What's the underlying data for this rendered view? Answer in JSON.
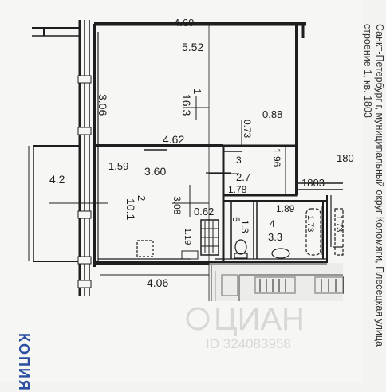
{
  "document": {
    "address_line1": "Санкт-Петербург г, муниципальный округ Коломяги, Плесецкая улица",
    "address_line2": "строение 1, кв. 1803",
    "stamp": "КОПИЯ",
    "watermark": "ЦИАН",
    "watermark_id": "ID 324083958"
  },
  "plan": {
    "top_dims": [
      "4.60",
      "5.52"
    ],
    "left_dims": [
      "3.06",
      "4.2"
    ],
    "room1": {
      "number": "1",
      "area": "16.3"
    },
    "dim_0_88": "0.88",
    "dim_4_62": "4.62",
    "dim_0_73": "0.73",
    "dim_1_96": "1.96",
    "label_180": "180",
    "label_1803": "1803",
    "room2": {
      "number": "2",
      "area": "10.1"
    },
    "dim_1_59": "1.59",
    "dim_3_60": "3.60",
    "dim_3_08": "3.08",
    "dim_0_62": "0.62",
    "dim_1_19": "1.19",
    "room3": {
      "number": "3",
      "area": "2.7"
    },
    "dim_1_78": "1.78",
    "dim_1_89": "1.89",
    "room5": {
      "number": "5",
      "area": "1.3"
    },
    "room4": {
      "number": "4",
      "area": "3.3"
    },
    "dim_1_73a": "1.73",
    "dim_1_73b": "1.73",
    "dim_4_06": "4.06"
  }
}
